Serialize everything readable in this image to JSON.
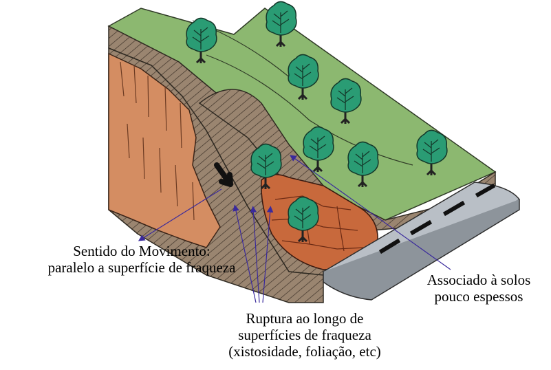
{
  "labels": {
    "movement": {
      "line1": "Sentido do Movimento:",
      "line2": "paralelo a superfície de fraqueza"
    },
    "rupture": {
      "line1": "Ruptura ao longo de",
      "line2": "superfícies de fraqueza",
      "line3": "(xistosidade, foliação, etc)"
    },
    "soils": {
      "line1": "Associado à solos",
      "line2": "pouco espessos"
    }
  },
  "colors": {
    "grass": "#8cb870",
    "rock_hatched": "#9a8570",
    "rock_face": "#d48d62",
    "slide_mass": "#c8693c",
    "road": "#b9bfc6",
    "road_dash": "#111111",
    "tree_canopy": "#2a9c74",
    "tree_trunk": "#222222",
    "leader_line": "#3a2a9c"
  },
  "icons": {
    "movement_arrow": "arrow-down-right-icon",
    "tree": "tree-icon"
  }
}
